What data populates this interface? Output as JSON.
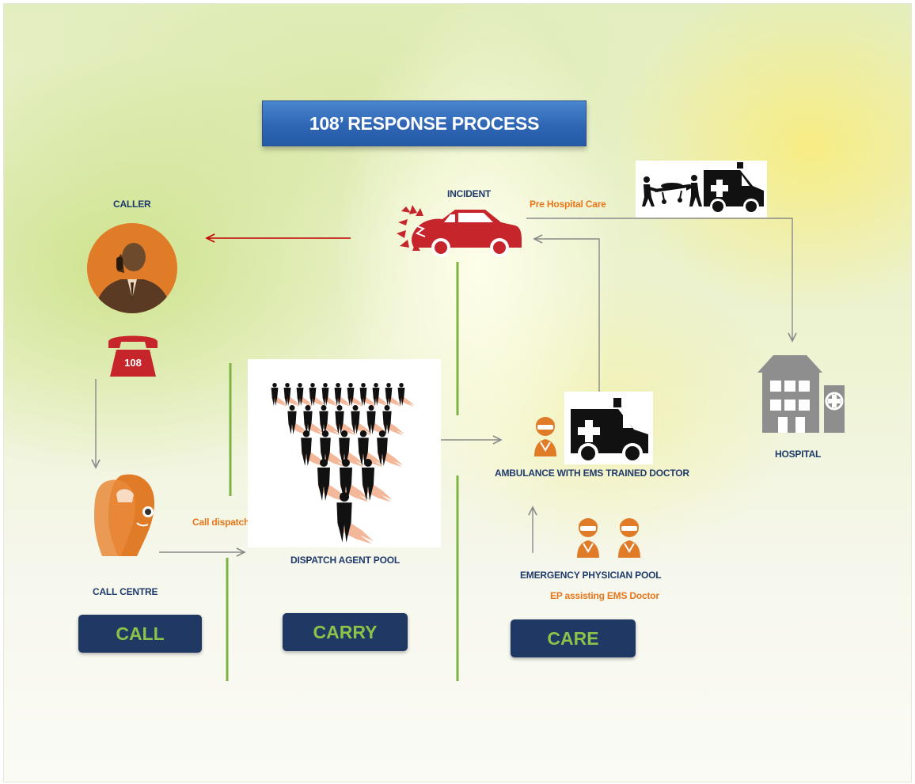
{
  "title": "108’ RESPONSE PROCESS",
  "nodes": {
    "caller": {
      "label": "CALLER"
    },
    "phone": {
      "label": "108"
    },
    "call_centre": {
      "label": "CALL CENTRE"
    },
    "call_dispatch": {
      "label": "Call dispatch / Routing"
    },
    "dispatch_agent_pool": {
      "label": "DISPATCH AGENT POOL"
    },
    "incident": {
      "label": "INCIDENT"
    },
    "pre_hospital_care": {
      "label": "Pre Hospital Care"
    },
    "ambulance": {
      "label": "AMBULANCE WITH  EMS  TRAINED DOCTOR"
    },
    "emergency_physician_pool": {
      "label": "EMERGENCY PHYSICIAN POOL"
    },
    "ep_assisting": {
      "label": "EP assisting  EMS Doctor"
    },
    "hospital": {
      "label": "HOSPITAL"
    }
  },
  "stages": {
    "call": "CALL",
    "carry": "CARRY",
    "care": "CARE"
  },
  "colors": {
    "title_bg": "#2f66b4",
    "stage_bg": "#203864",
    "stage_text": "#8bc34a",
    "label_blue": "#1f3a6b",
    "label_orange": "#e8761a",
    "divider_green": "#7cb342",
    "arrow_gray": "#8a8a8a",
    "arrow_red": "#c00000",
    "incident_red": "#c5252b",
    "person_orange": "#e07b28",
    "hospital_gray": "#8e8e8e"
  },
  "icons": [
    "caller-person-icon",
    "telephone-icon",
    "call-centre-headset-icon",
    "crowd-icon",
    "crashed-car-icon",
    "stretcher-ambulance-icon",
    "doctor-icon",
    "ambulance-icon",
    "hospital-icon"
  ]
}
